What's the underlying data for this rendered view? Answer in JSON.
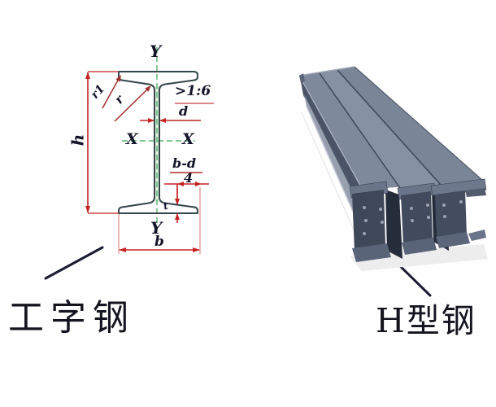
{
  "diagram": {
    "type": "i-beam-cross-section-drawing",
    "labels": {
      "axis_y_top": "Y",
      "axis_y_bottom": "Y",
      "axis_x_left": "X",
      "axis_x_right": "X",
      "height": "h",
      "width": "b",
      "web_thickness": "d",
      "flange_thickness": "t",
      "fillet_radius": "r",
      "tip_radius": "r1",
      "flange_slope": ">1:6",
      "quarter_numerator": "b-d",
      "quarter_denominator": "4"
    },
    "colors": {
      "dimension_red": "#c42323",
      "extension_pink": "#e08a8a",
      "centerline_green": "#3aa35c",
      "outline_dark": "#35464a",
      "label_navy": "#15152a"
    }
  },
  "photo": {
    "subject": "three-h-beam-steel-sections",
    "colors": {
      "deck_steel": "#7e899b",
      "web_dark": "#3e4859",
      "gap_shadow": "#262d3a",
      "flange_edge": "#6b7589"
    }
  },
  "captions": {
    "left": "工字钢",
    "right": "H型钢",
    "color": "#14141f"
  }
}
